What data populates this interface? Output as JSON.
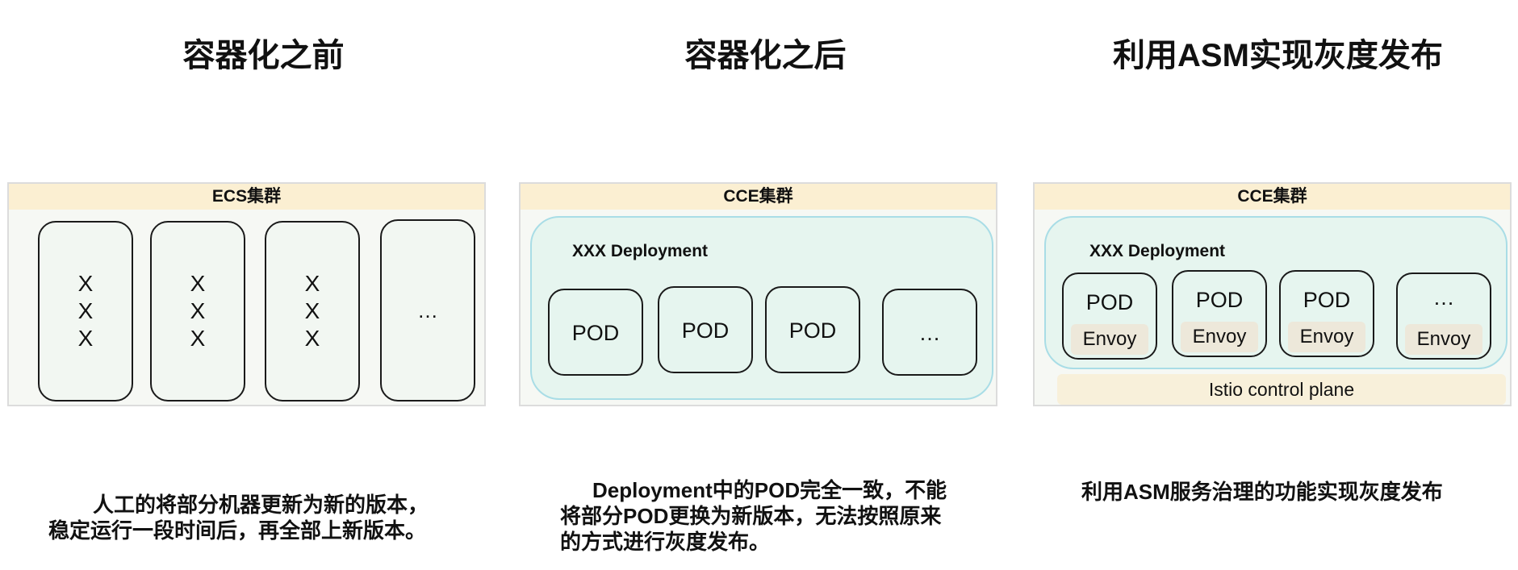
{
  "columns": [
    {
      "title": "容器化之前",
      "cluster_label": "ECS集群",
      "nodes": [
        {
          "lines": [
            "X",
            "X",
            "X"
          ]
        },
        {
          "lines": [
            "X",
            "X",
            "X"
          ]
        },
        {
          "lines": [
            "X",
            "X",
            "X"
          ]
        },
        {
          "lines": [
            "…"
          ]
        }
      ],
      "description_lines": [
        "人工的将部分机器更新为新的版本，",
        "稳定运行一段时间后，再全部上新版本。"
      ]
    },
    {
      "title": "容器化之后",
      "cluster_label": "CCE集群",
      "deployment_label": "XXX Deployment",
      "pods": [
        "POD",
        "POD",
        "POD",
        "…"
      ],
      "description_lines": [
        "Deployment中的POD完全一致，不能",
        "将部分POD更换为新版本，无法按照原来",
        "的方式进行灰度发布。"
      ]
    },
    {
      "title": "利用ASM实现灰度发布",
      "cluster_label": "CCE集群",
      "deployment_label": "XXX Deployment",
      "pods": [
        {
          "label": "POD",
          "sidecar": "Envoy"
        },
        {
          "label": "POD",
          "sidecar": "Envoy"
        },
        {
          "label": "POD",
          "sidecar": "Envoy"
        },
        {
          "label": "…",
          "sidecar": "Envoy"
        }
      ],
      "control_plane_label": "Istio control plane",
      "description_lines": [
        "利用ASM服务治理的功能实现灰度发布"
      ]
    }
  ],
  "colors": {
    "cluster_header": "#fbefd2",
    "cluster_bg": "#f6f8f4",
    "deployment_bg": "#e6f5ef",
    "deployment_border": "#a9dde6",
    "envoy_bg": "#ede8da",
    "control_plane_bg": "#f8f0da"
  }
}
